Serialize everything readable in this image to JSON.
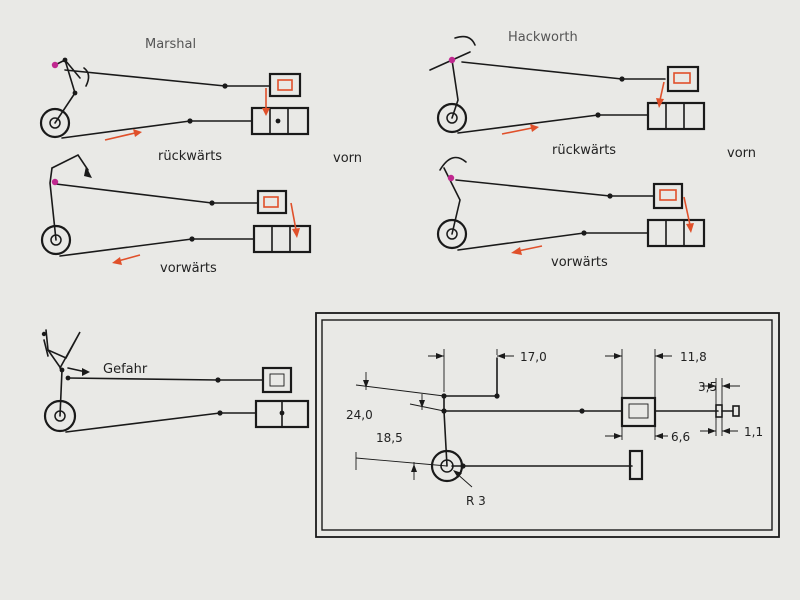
{
  "titles": {
    "marshal": "Marshal",
    "hackworth": "Hackworth"
  },
  "labels": {
    "reverse_left": "rückwärts",
    "reverse_right": "rückwärts",
    "front_left": "vorn",
    "front_right": "vorn",
    "forward_left": "vorwärts",
    "forward_right": "vorwärts",
    "danger": "Gefahr"
  },
  "dimensions": {
    "d1": "17,0",
    "d2": "11,8",
    "d3": "3,5",
    "d4": "24,0",
    "d5": "18,5",
    "d6": "6,6",
    "d7": "1,1",
    "radius": "R 3"
  },
  "colors": {
    "line": "#1a1a1a",
    "arrow_red": "#e0502a",
    "pivot_pink": "#c0288f",
    "paper": "#e9e9e6"
  }
}
